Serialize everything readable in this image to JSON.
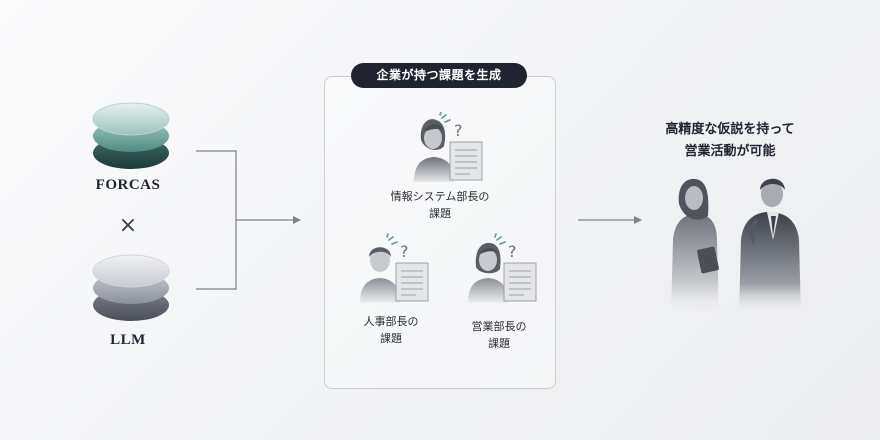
{
  "left": {
    "brand1": "FORCAS",
    "cross": "×",
    "brand2": "LLM"
  },
  "box": {
    "pill": "企業が持つ課題を生成",
    "items": [
      {
        "line1": "情報システム部長の",
        "line2": "課題"
      },
      {
        "line1": "人事部長の",
        "line2": "課題"
      },
      {
        "line1": "営業部長の",
        "line2": "課題"
      }
    ]
  },
  "result": {
    "line1": "高精度な仮説を持って",
    "line2": "営業活動が可能"
  },
  "colors": {
    "dark": "#1f2430",
    "teal": "#5e9a93",
    "gray": "#8a8f98",
    "line": "#7c818a"
  }
}
